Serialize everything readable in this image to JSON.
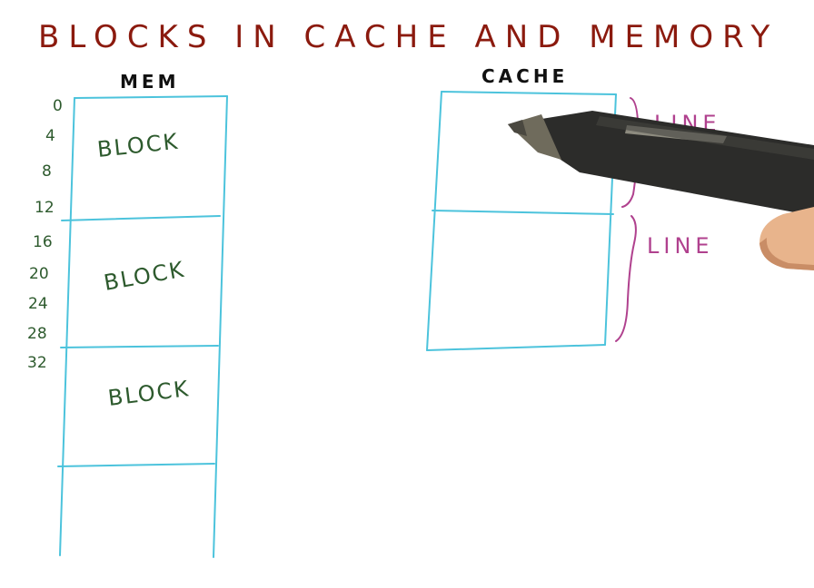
{
  "title": "BLOCKS IN CACHE AND MEMORY",
  "memory": {
    "header": "MEM",
    "addresses": [
      "0",
      "4",
      "8",
      "12",
      "16",
      "20",
      "24",
      "28",
      "32"
    ],
    "block_labels": [
      "BLOCK",
      "BLOCK",
      "BLOCK"
    ]
  },
  "cache": {
    "header": "CACHE",
    "line_labels": [
      "LINE",
      "LINE"
    ]
  },
  "colors": {
    "title": "#8b1a0e",
    "grid": "#4cc3dc",
    "block_text": "#2d5a2d",
    "line_text": "#b0418e",
    "header_text": "#111111",
    "address_text": "#2d5a2d"
  },
  "icons": [
    "stylus-pen-icon",
    "hand-finger-icon"
  ]
}
